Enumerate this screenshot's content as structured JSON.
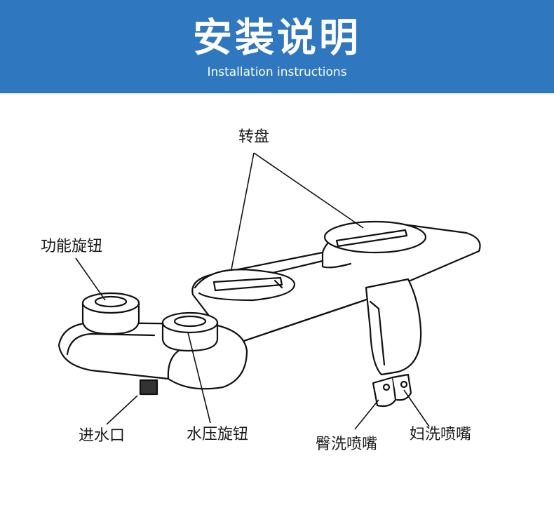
{
  "header": {
    "title": "安装说明",
    "subtitle": "Installation instructions",
    "background_color": "#2f78bf"
  },
  "labels": {
    "turntable": "转盘",
    "function_knob": "功能旋钮",
    "pressure_knob": "水压旋钮",
    "water_inlet": "进水口",
    "rear_nozzle": "臀洗喷嘴",
    "feminine_nozzle": "妇洗喷嘴"
  }
}
